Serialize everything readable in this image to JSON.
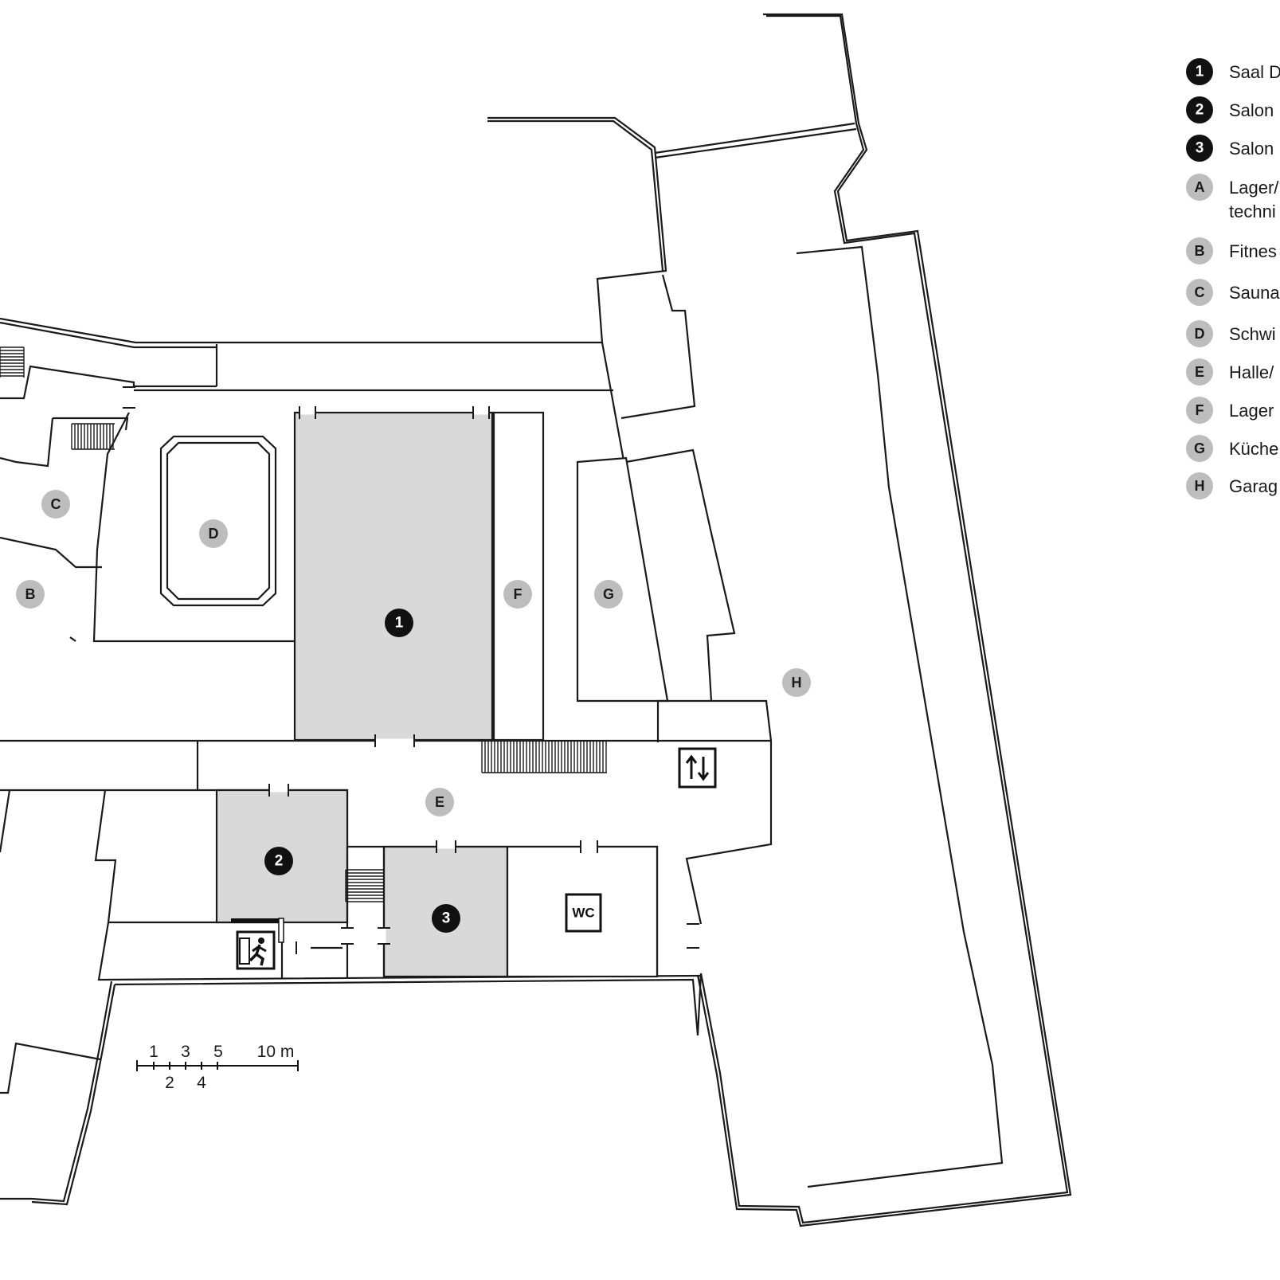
{
  "rooms": [
    {
      "id": "1",
      "kind": "numbered"
    },
    {
      "id": "2",
      "kind": "numbered"
    },
    {
      "id": "3",
      "kind": "numbered"
    },
    {
      "id": "B",
      "kind": "lettered"
    },
    {
      "id": "C",
      "kind": "lettered"
    },
    {
      "id": "D",
      "kind": "lettered"
    },
    {
      "id": "E",
      "kind": "lettered"
    },
    {
      "id": "F",
      "kind": "lettered"
    },
    {
      "id": "G",
      "kind": "lettered"
    },
    {
      "id": "H",
      "kind": "lettered"
    }
  ],
  "legend": [
    {
      "marker": "1",
      "kind": "numbered",
      "label": "Saal D"
    },
    {
      "marker": "2",
      "kind": "numbered",
      "label": "Salon"
    },
    {
      "marker": "3",
      "kind": "numbered",
      "label": "Salon"
    },
    {
      "marker": "A",
      "kind": "lettered",
      "label": "Lager/",
      "label2": "techni"
    },
    {
      "marker": "B",
      "kind": "lettered",
      "label": "Fitnes"
    },
    {
      "marker": "C",
      "kind": "lettered",
      "label": "Sauna"
    },
    {
      "marker": "D",
      "kind": "lettered",
      "label": "Schwi"
    },
    {
      "marker": "E",
      "kind": "lettered",
      "label": "Halle/"
    },
    {
      "marker": "F",
      "kind": "lettered",
      "label": "Lager"
    },
    {
      "marker": "G",
      "kind": "lettered",
      "label": "Küche"
    },
    {
      "marker": "H",
      "kind": "lettered",
      "label": "Garag"
    }
  ],
  "scale": {
    "top_labels": [
      "1",
      "3",
      "5",
      "10 m"
    ],
    "bottom_labels": [
      "2",
      "4"
    ]
  },
  "icons": {
    "wc_label": "WC",
    "lift": "elevator-icon",
    "exit": "emergency-exit-icon"
  },
  "colors": {
    "highlight_room": "#d9d9d9",
    "badge_dark": "#111111",
    "badge_light": "#bdbdbd",
    "wall": "#1a1a1a"
  }
}
